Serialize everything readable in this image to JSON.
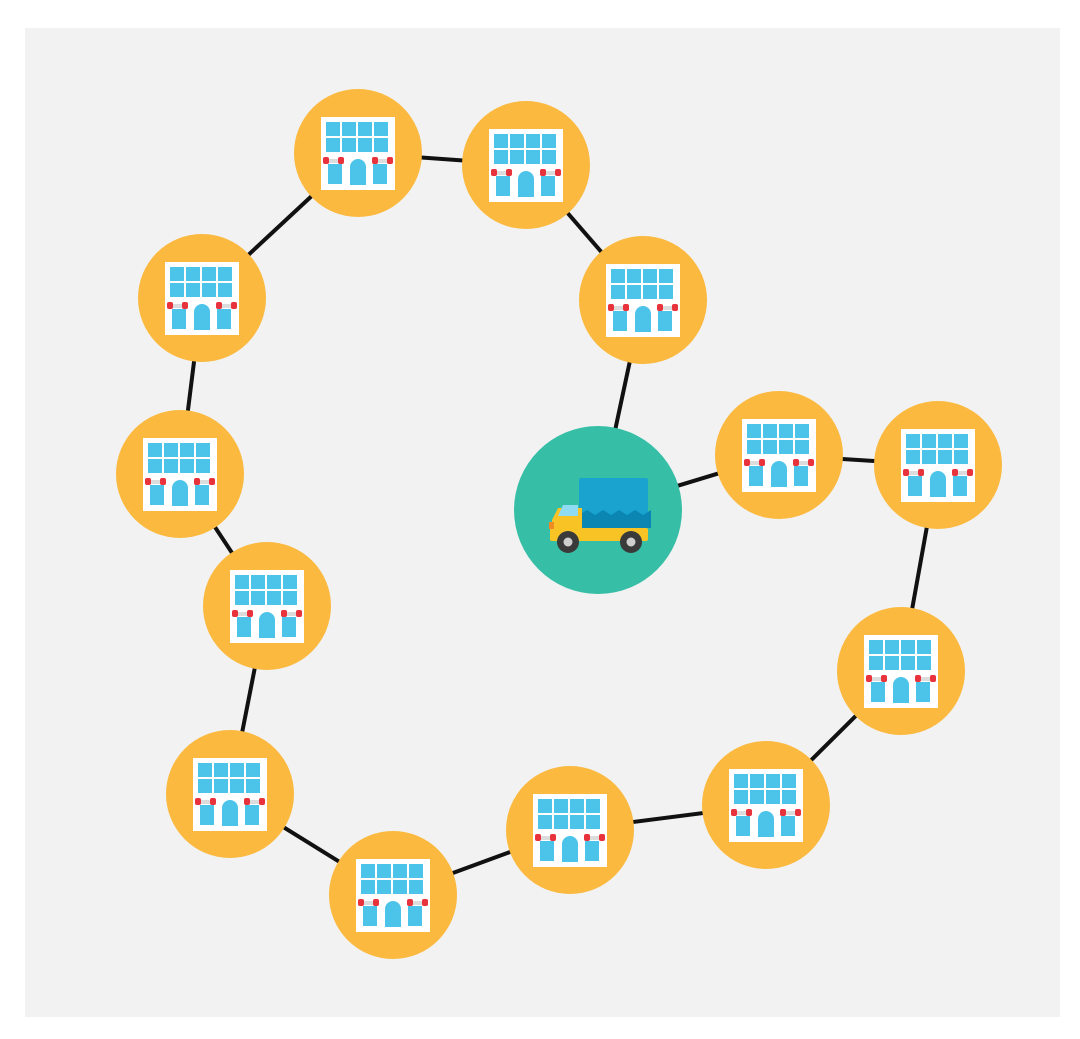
{
  "diagram": {
    "type": "delivery-route",
    "depot": {
      "id": "depot",
      "icon": "delivery-truck-icon"
    },
    "stores": [
      {
        "id": "store-1",
        "icon": "store-building-icon"
      },
      {
        "id": "store-2",
        "icon": "store-building-icon"
      },
      {
        "id": "store-3",
        "icon": "store-building-icon"
      },
      {
        "id": "store-4",
        "icon": "store-building-icon"
      },
      {
        "id": "store-5",
        "icon": "store-building-icon"
      },
      {
        "id": "store-6",
        "icon": "store-building-icon"
      },
      {
        "id": "store-7",
        "icon": "store-building-icon"
      },
      {
        "id": "store-8",
        "icon": "store-building-icon"
      },
      {
        "id": "store-9",
        "icon": "store-building-icon"
      },
      {
        "id": "store-10",
        "icon": "store-building-icon"
      },
      {
        "id": "store-11",
        "icon": "store-building-icon"
      },
      {
        "id": "store-12",
        "icon": "store-building-icon"
      },
      {
        "id": "store-13",
        "icon": "store-building-icon"
      }
    ],
    "route": [
      "depot",
      "store-1",
      "store-2",
      "store-3",
      "store-4",
      "store-5",
      "store-6",
      "store-7",
      "store-8",
      "store-9",
      "store-10",
      "store-11",
      "store-12",
      "store-13",
      "depot"
    ]
  },
  "colors": {
    "background": "#f2f2f2",
    "store_circle": "#fbb93f",
    "depot_circle": "#36bfa6",
    "edge": "#111111",
    "window": "#4cc4ea",
    "awning": "#e8323c",
    "truck_body": "#f7c325",
    "truck_box": "#1aa3cf"
  }
}
